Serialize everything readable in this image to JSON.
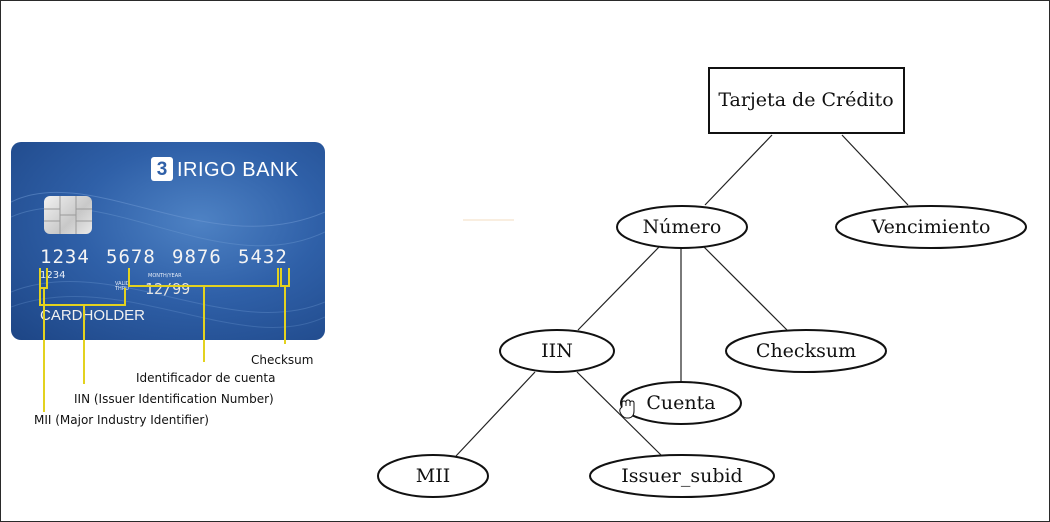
{
  "card": {
    "logo_letter": "3",
    "bank_name": "IRIGO BANK",
    "number_groups": [
      "1234",
      "5678",
      "9876",
      "5432"
    ],
    "small_number": "1234",
    "month_year_label": "MONTH/YEAR",
    "valid_thru_label": "VALID THRU",
    "expiry": "12/99",
    "cardholder": "CARDHOLDER"
  },
  "annotations": {
    "checksum": "Checksum",
    "account": "Identificador de cuenta",
    "iin": "IIN (Issuer Identification Number)",
    "mii": "MII (Major Industry Identifier)",
    "line_color": "#e3d21f"
  },
  "tree": {
    "root": "Tarjeta de Crédito",
    "numero": "Número",
    "vencimiento": "Vencimiento",
    "iin": "IIN",
    "cuenta": "Cuenta",
    "checksum": "Checksum",
    "mii": "MII",
    "issuer_subid": "Issuer_subid"
  }
}
